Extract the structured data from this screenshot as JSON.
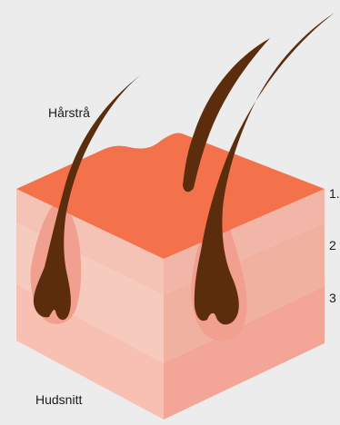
{
  "labels": {
    "hair": "Hårstrå",
    "skin_section": "Hudsnitt",
    "layers": [
      "1.",
      "2",
      "3"
    ]
  },
  "colors": {
    "background": "#ececec",
    "epidermis_top": "#f3714b",
    "layer_1_front": "#f4c3b6",
    "layer_1_side": "#f1b6a7",
    "layer_2_front": "#f6cabd",
    "layer_2_side": "#f0b1a1",
    "layer_3_front": "#f8c0b2",
    "layer_3_side": "#f3a697",
    "follicle_glow": "#f19f8e",
    "hair": "#5b2d0d",
    "label_text": "#1a1a1a"
  }
}
